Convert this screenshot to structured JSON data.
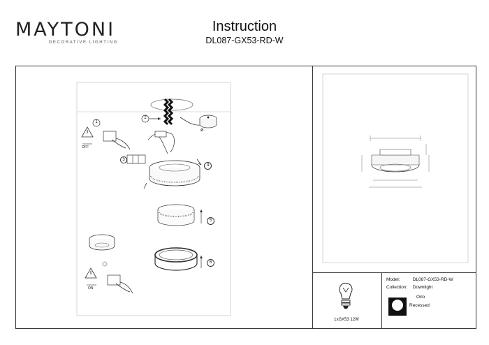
{
  "header": {
    "brand_name": "MAYTONI",
    "brand_tagline": "DECORATIVE LIGHTING",
    "title": "Instruction",
    "model_code": "DL087-GX53-RD-W"
  },
  "steps": {
    "step1": "1",
    "step2": "2",
    "step3": "3",
    "step4": "4",
    "step5": "5",
    "step6": "6",
    "off_label": "OFF",
    "on_label": "ON",
    "diameter_symbol": "ø"
  },
  "lamp": {
    "label": "1xGX53 12W",
    "icon": "light-bulb-icon"
  },
  "specs": {
    "model_label": "Model:",
    "model_value": "DL087-GX53-RD-W",
    "collection_label": "Collection:",
    "collection_value": "Downlight",
    "name_value": "Orlo",
    "type_value": "Recessed",
    "type_icon": "recessed-circle-icon"
  }
}
